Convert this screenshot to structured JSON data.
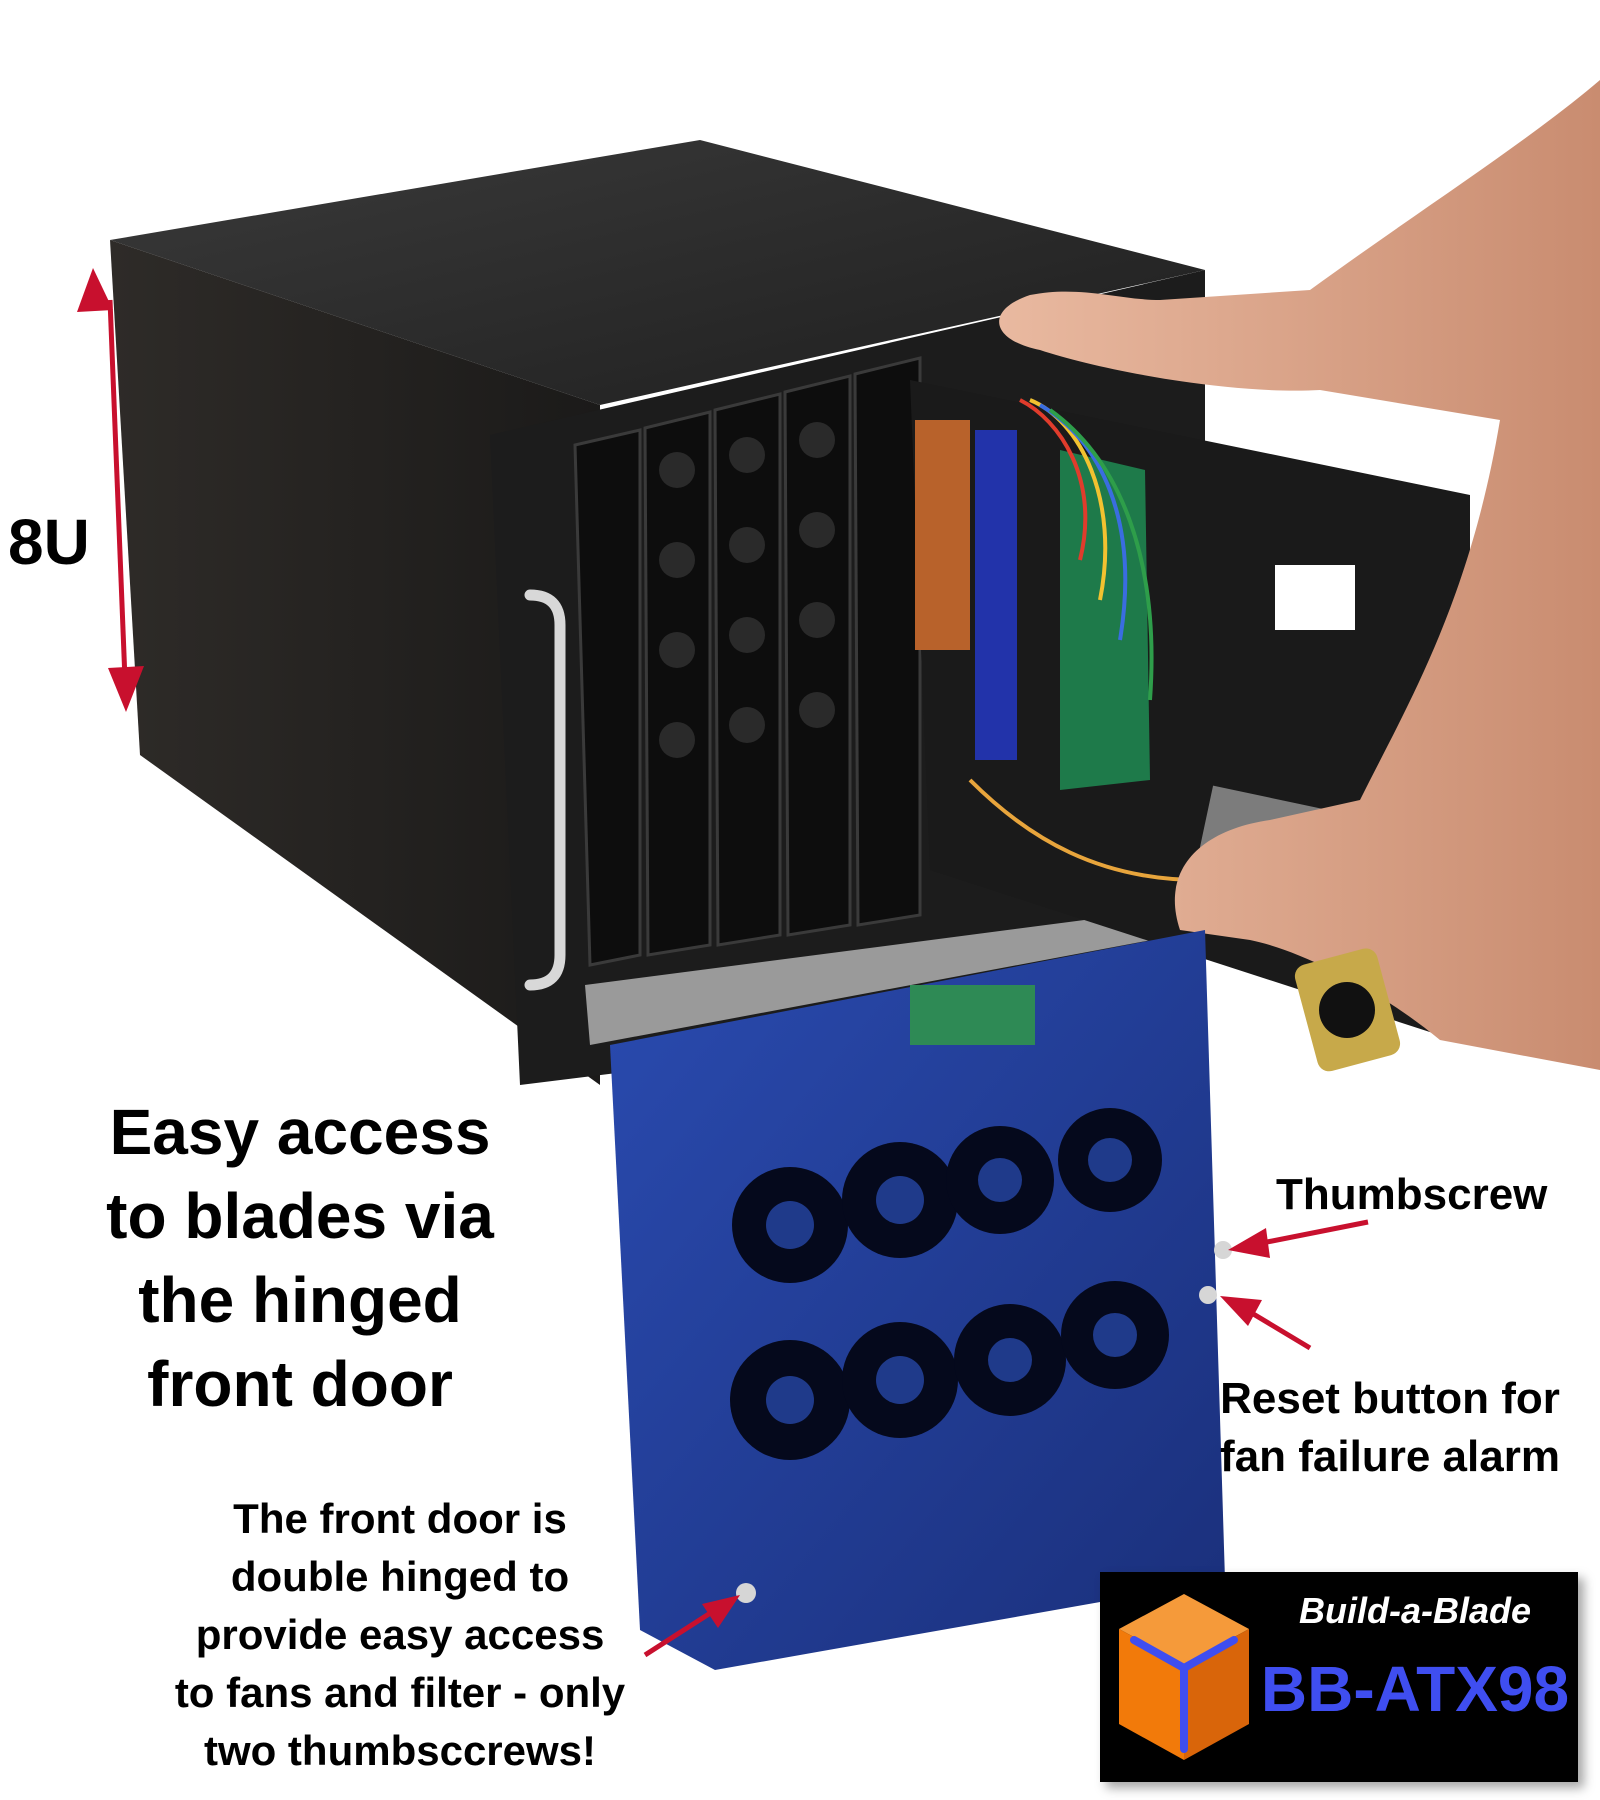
{
  "annotations": {
    "height": "8U",
    "headline": [
      "Easy access",
      "to blades via",
      "the hinged",
      "front door"
    ],
    "thumbscrew": "Thumbscrew",
    "reset": [
      "Reset button for",
      "fan failure alarm"
    ],
    "door_note": [
      "The front door is",
      "double hinged to",
      "provide easy access",
      "to fans and filter - only",
      "two thumbsccrews!"
    ]
  },
  "logo": {
    "brand": "Build-a-Blade",
    "model": "BB-ATX98"
  },
  "colors": {
    "arrow": "#c8102e",
    "chassis": "#2b2b2b",
    "door": "#1f3a8a",
    "brand_blue": "#3f4ef0",
    "cube_orange": "#f27a0a"
  }
}
